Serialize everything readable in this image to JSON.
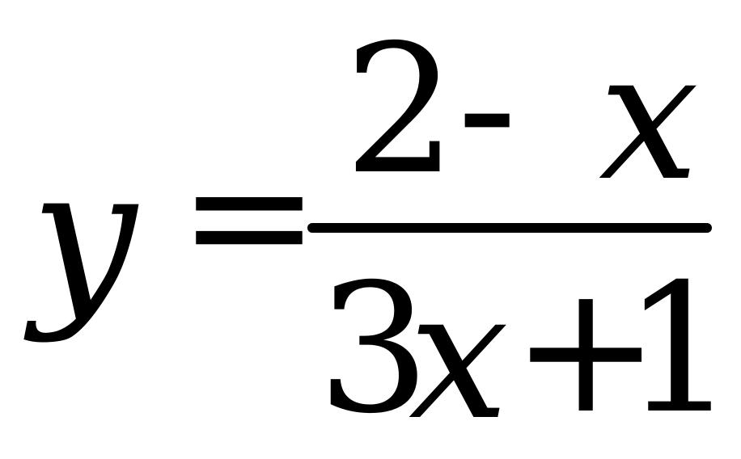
{
  "formula": {
    "lhs": {
      "variable": "y",
      "equals": "="
    },
    "numerator": {
      "constant": "2",
      "operator": "-",
      "variable": "x"
    },
    "denominator": {
      "coefficient": "3",
      "variable": "x",
      "operator": "+",
      "constant": "1"
    }
  }
}
